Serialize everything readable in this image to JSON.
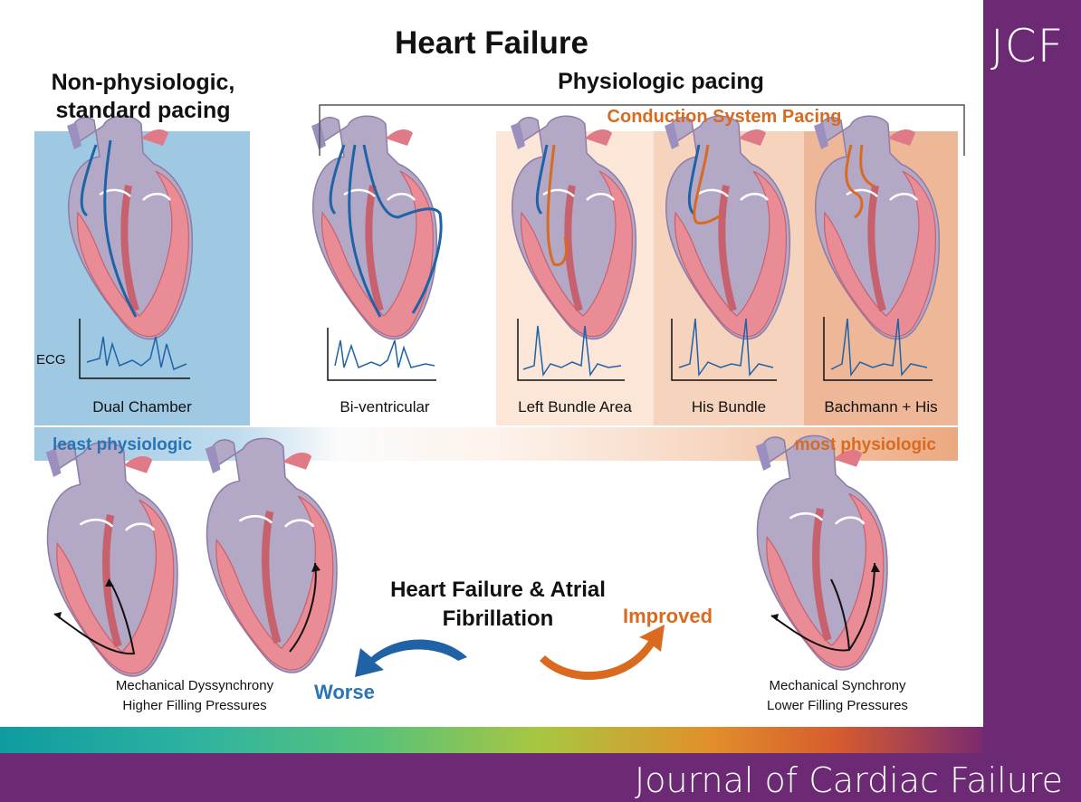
{
  "title": "Heart Failure",
  "headings": {
    "non_physiologic": "Non-physiologic, standard pacing",
    "physiologic": "Physiologic pacing",
    "conduction_system": "Conduction System Pacing"
  },
  "panels": [
    "Dual Chamber",
    "Bi-ventricular",
    "Left Bundle Area",
    "His Bundle",
    "Bachmann + His"
  ],
  "ecg_label": "ECG",
  "spectrum": {
    "least": "least physiologic",
    "most": "most physiologic"
  },
  "center_label": "Heart Failure & Atrial Fibrillation",
  "outcomes": {
    "improved": "Improved",
    "worse": "Worse"
  },
  "captions": {
    "left": [
      "Mechanical Dyssynchrony",
      "Higher Filling Pressures"
    ],
    "right": [
      "Mechanical Synchrony",
      "Lower Filling Pressures"
    ]
  },
  "brand": {
    "logo": "JCF",
    "journal": "Journal of Cardiac Failure"
  },
  "colors": {
    "lead_blue": "#1f63a6",
    "lead_orange": "#d96a20",
    "sidebar_purple": "#6b2a73",
    "myocardium_pink": "#ea8c95",
    "heart_lavender": "#b3a9c7"
  }
}
